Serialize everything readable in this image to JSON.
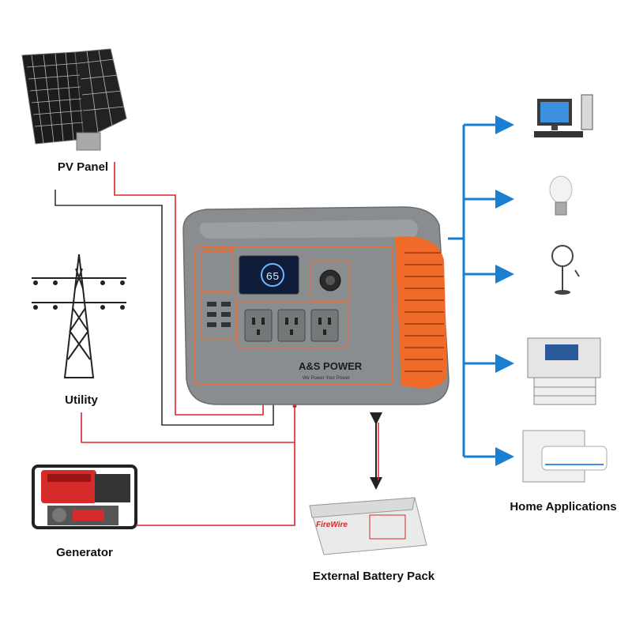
{
  "labels": {
    "pv_panel": "PV Panel",
    "utility": "Utility",
    "generator": "Generator",
    "battery": "External Battery Pack",
    "home_apps": "Home Applications"
  },
  "device": {
    "model": "AS-1200W",
    "brand": "A&S POWER",
    "tagline": "We Power Your Power",
    "display_value": "65",
    "body_color": "#8a8d90",
    "accent_color": "#f06a2a"
  },
  "battery_brand": "FireWire",
  "colors": {
    "red_wire": "#d9262c",
    "black_wire": "#333333",
    "blue_arrow": "#1a7fd1"
  },
  "icons": [
    "solar-panel-icon",
    "transmission-tower-icon",
    "generator-icon",
    "battery-icon",
    "desktop-computer-icon",
    "light-bulb-icon",
    "standing-fan-icon",
    "copier-icon",
    "air-conditioner-icon"
  ]
}
